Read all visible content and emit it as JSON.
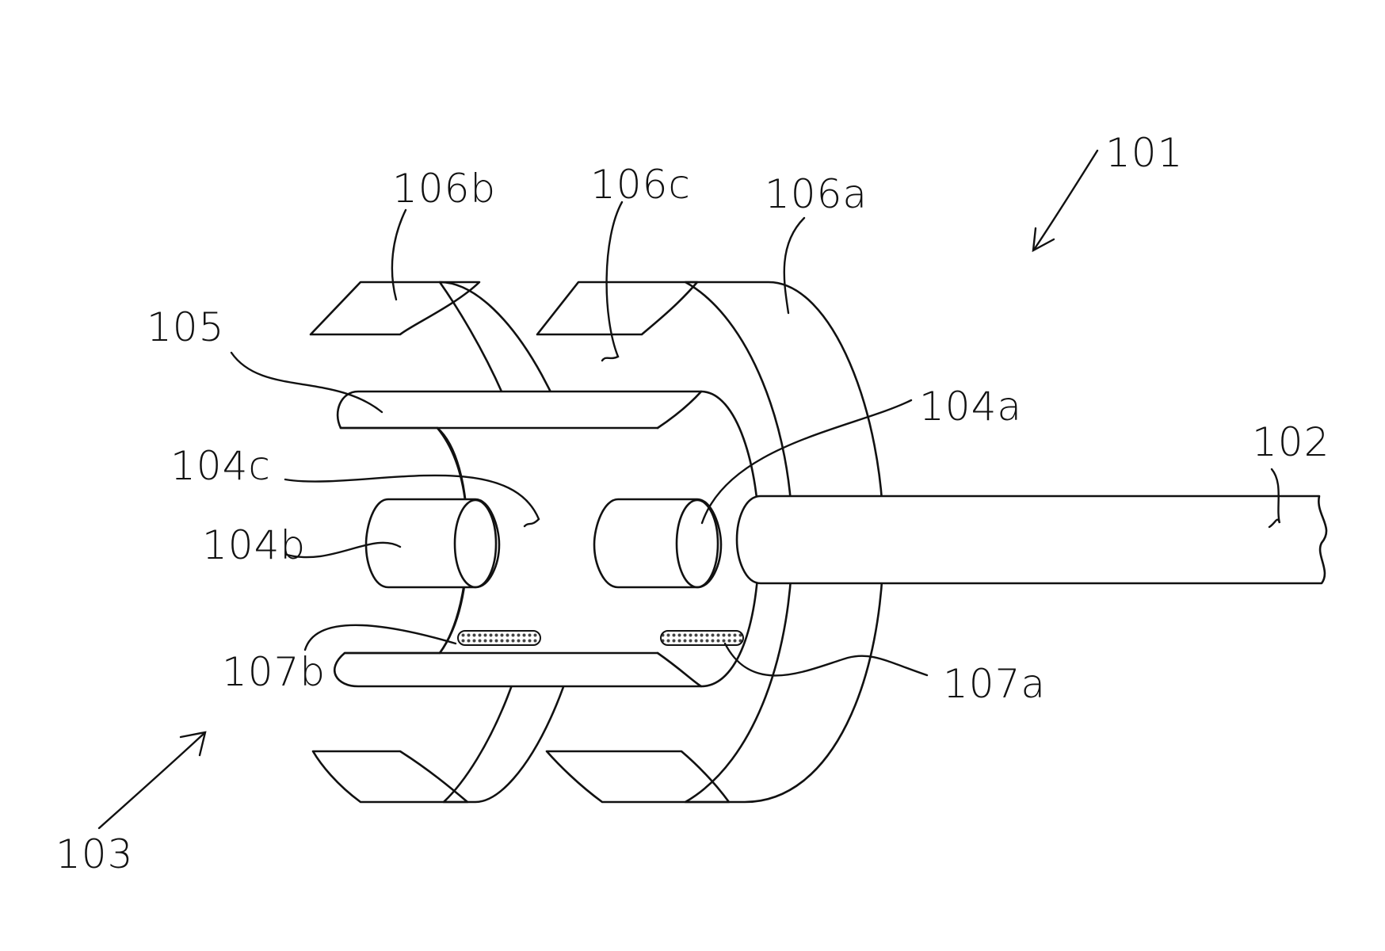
{
  "figure": {
    "labels": {
      "l101": "101",
      "l102": "102",
      "l103": "103",
      "l104a": "104a",
      "l104b": "104b",
      "l104c": "104c",
      "l105": "105",
      "l106a": "106a",
      "l106b": "106b",
      "l106c": "106c",
      "l107a": "107a",
      "l107b": "107b"
    },
    "colors": {
      "ink": "#111111",
      "background": "#ffffff",
      "sensor_fill": "#9a9a9a"
    }
  }
}
